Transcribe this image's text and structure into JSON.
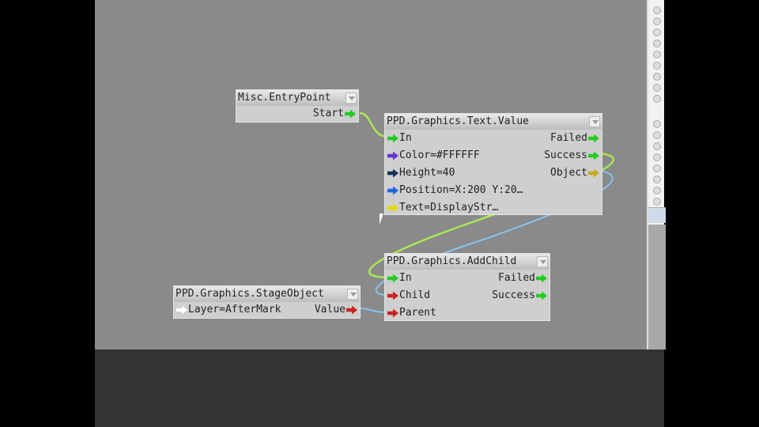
{
  "colors": {
    "exec": "#22cc22",
    "color": "#6633cc",
    "number": "#113355",
    "position": "#2266dd",
    "string": "#dddd00",
    "object": "#cc2222",
    "wire_exec": "#aae855",
    "wire_obj": "#88c4ee"
  },
  "nodes": {
    "entry": {
      "title": "Misc.EntryPoint",
      "out": [
        "Start"
      ]
    },
    "text": {
      "title": "PPD.Graphics.Text.Value",
      "in": [
        "In",
        "Color=#FFFFFF",
        "Height=40",
        "Position=X:200 Y:20…",
        "Text=DisplayStr…"
      ],
      "out": [
        "Failed",
        "Success",
        "Object"
      ]
    },
    "addchild": {
      "title": "PPD.Graphics.AddChild",
      "in": [
        "In",
        "Child",
        "Parent"
      ],
      "out": [
        "Failed",
        "Success"
      ]
    },
    "stage": {
      "title": "PPD.Graphics.StageObject",
      "in": [
        "Layer=AfterMark"
      ],
      "out": [
        "Value"
      ]
    }
  }
}
